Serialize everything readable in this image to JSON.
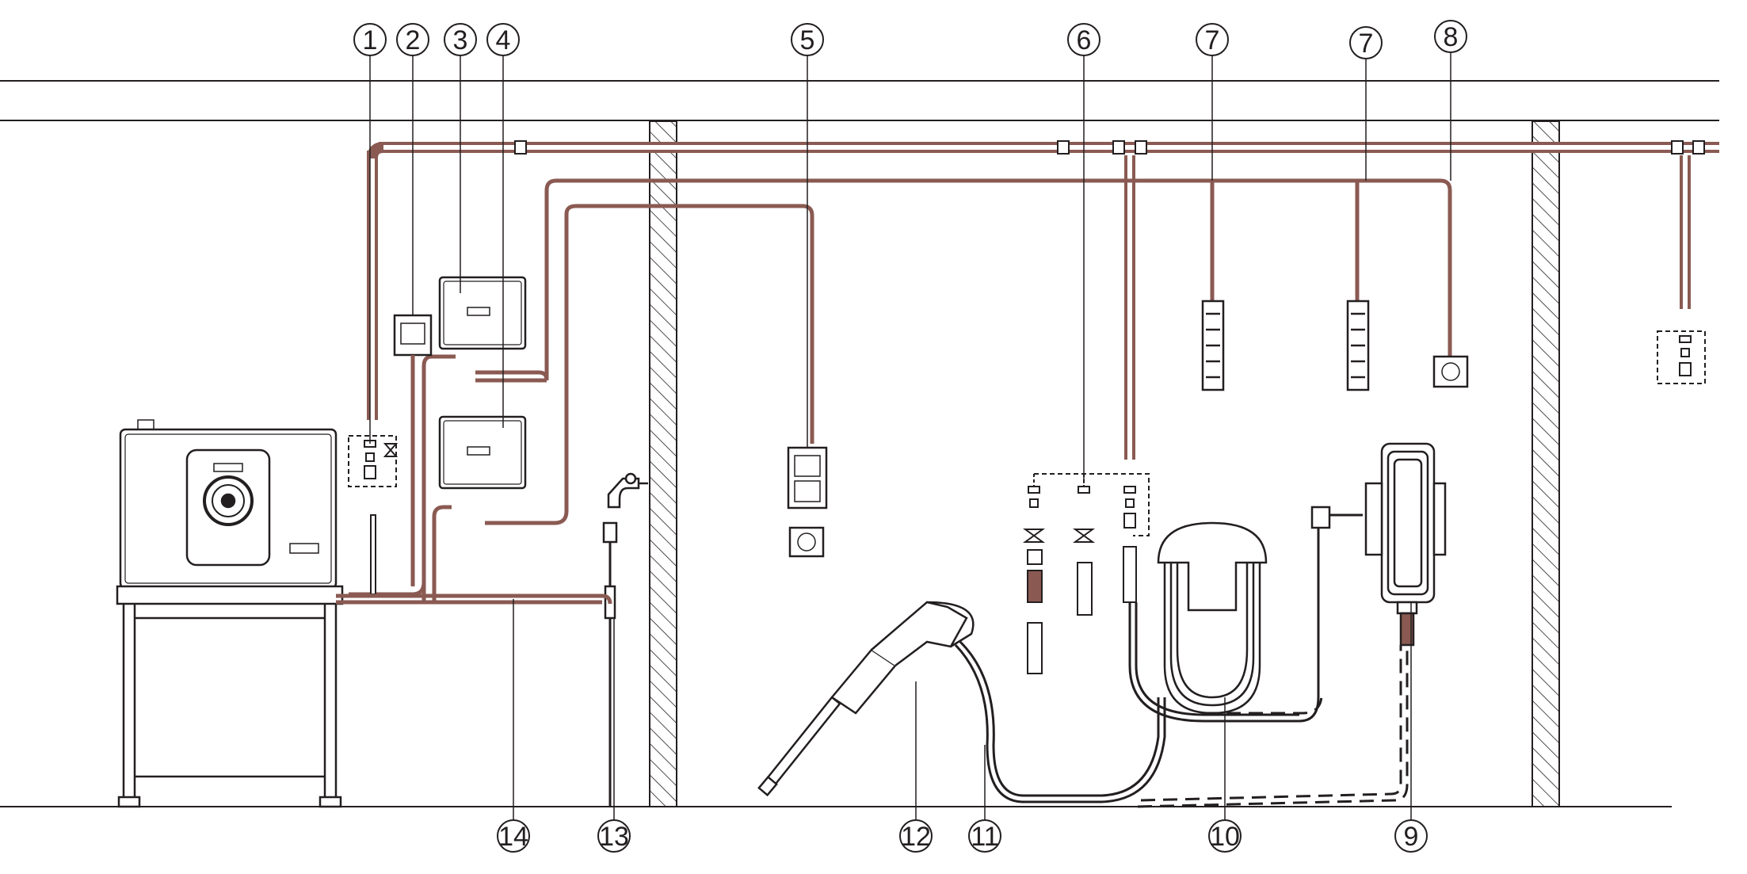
{
  "colors": {
    "line": "#231f20",
    "pipe": "#8a5a52",
    "background": "#ffffff"
  },
  "callouts": {
    "c1": "1",
    "c2": "2",
    "c3": "3",
    "c4": "4",
    "c5": "5",
    "c6": "6",
    "c7a": "7",
    "c7b": "7",
    "c8": "8",
    "c9": "9",
    "c10": "10",
    "c11": "11",
    "c12": "12",
    "c13": "13",
    "c14": "14"
  },
  "icons": [
    "pressure-washer-unit",
    "control-box",
    "wall-switch",
    "spray-gun",
    "hose-reel",
    "hose-holder",
    "water-tap",
    "coupling",
    "valve"
  ]
}
